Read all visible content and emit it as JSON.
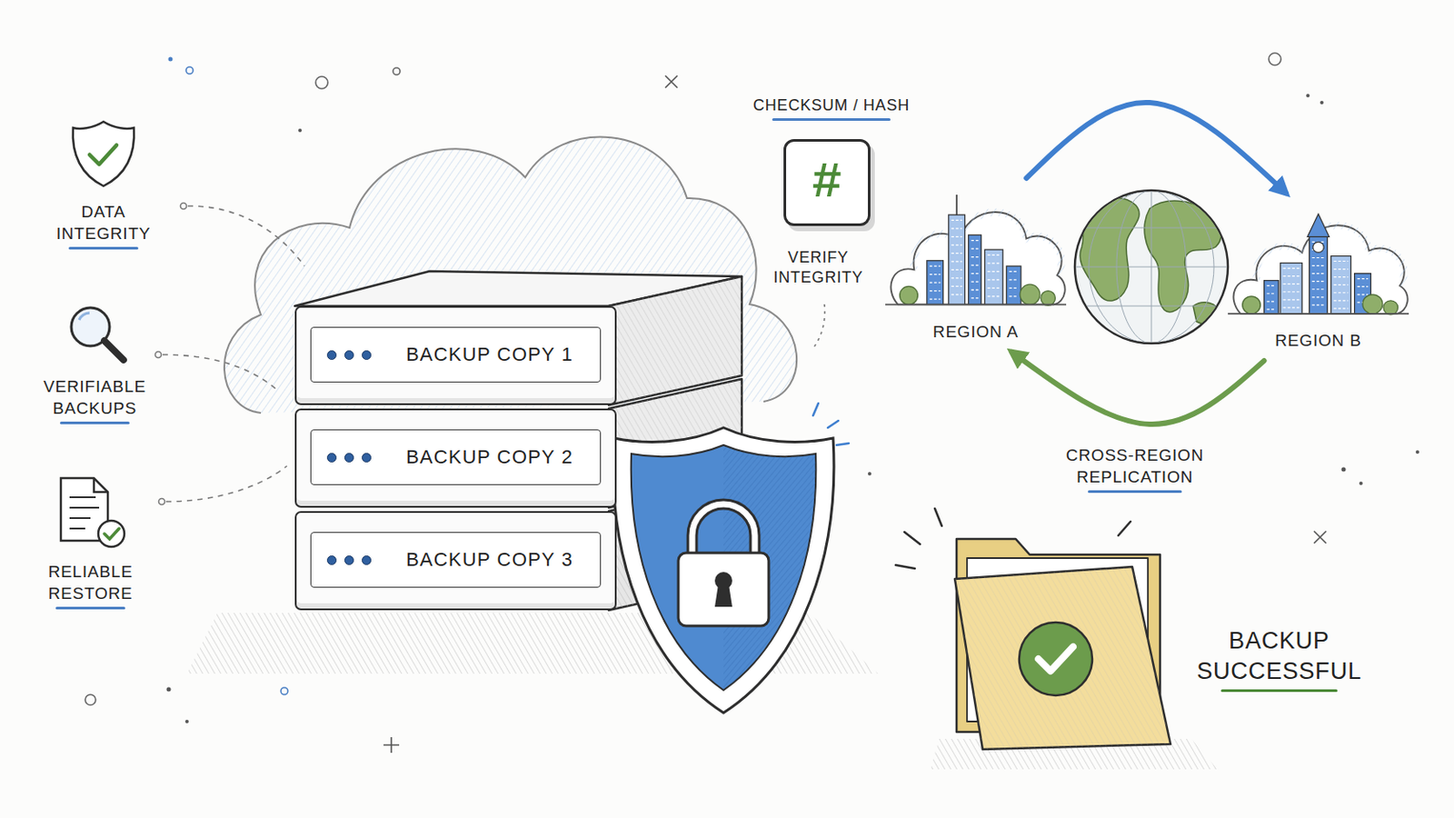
{
  "diagram": {
    "nodes": [
      {
        "text": [
          "BACKUP COPY 1"
        ]
      },
      {
        "text": [
          "BACKUP COPY 2"
        ]
      },
      {
        "text": [
          "BACKUP COPY 3"
        ]
      },
      {
        "text": [
          "#"
        ]
      },
      {
        "text": [
          "REGION A"
        ]
      },
      {
        "text": [
          "REGION B"
        ]
      }
    ],
    "edges": [
      {
        "from": 4,
        "to": 5,
        "arrow": "to"
      },
      {
        "from": 5,
        "to": 4,
        "arrow": "to"
      }
    ],
    "labels": [
      "DATA INTEGRITY",
      "VERIFIABLE BACKUPS",
      "RELIABLE RESTORE",
      "CHECKSUM / HASH",
      "VERIFY INTEGRITY",
      "CROSS-REGION REPLICATION",
      "BACKUP SUCCESSFUL"
    ]
  }
}
